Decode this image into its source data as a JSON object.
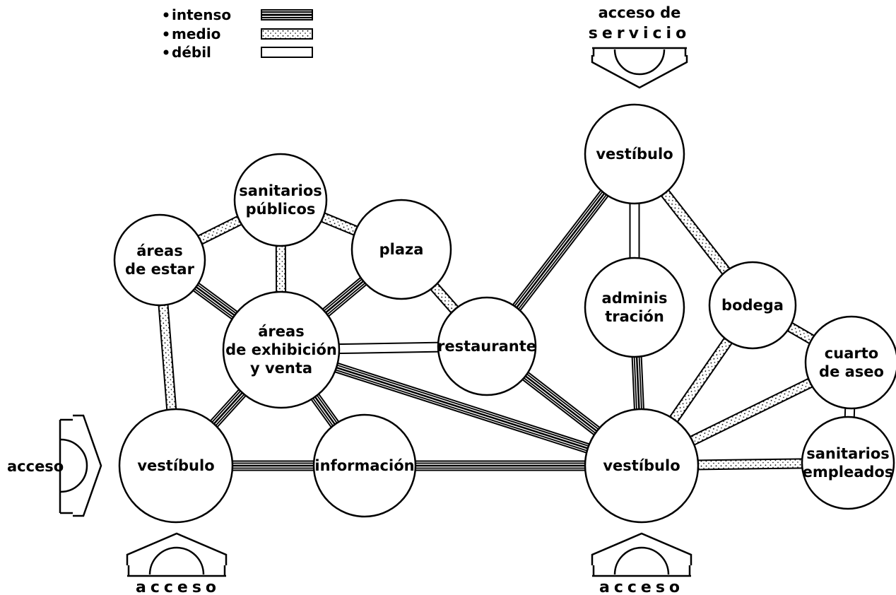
{
  "legend": {
    "items": [
      {
        "label": "intenso",
        "style": "intenso"
      },
      {
        "label": "medio",
        "style": "medio"
      },
      {
        "label": "débil",
        "style": "debil"
      }
    ]
  },
  "nodes": [
    {
      "id": "sanitarios_publicos",
      "lines": [
        "sanitarios",
        "públicos"
      ]
    },
    {
      "id": "areas_estar",
      "lines": [
        "áreas",
        "de estar"
      ]
    },
    {
      "id": "plaza",
      "lines": [
        "plaza"
      ]
    },
    {
      "id": "areas_exhibicion",
      "lines": [
        "áreas",
        "de exhibición",
        "y venta"
      ]
    },
    {
      "id": "restaurante",
      "lines": [
        "restaurante"
      ]
    },
    {
      "id": "vestibulo_left",
      "lines": [
        "vestíbulo"
      ]
    },
    {
      "id": "informacion",
      "lines": [
        "información"
      ]
    },
    {
      "id": "vestibulo_top",
      "lines": [
        "vestíbulo"
      ]
    },
    {
      "id": "administracion",
      "lines": [
        "adminis",
        "tración"
      ]
    },
    {
      "id": "bodega",
      "lines": [
        "bodega"
      ]
    },
    {
      "id": "cuarto_aseo",
      "lines": [
        "cuarto",
        "de aseo"
      ]
    },
    {
      "id": "vestibulo_right",
      "lines": [
        "vestíbulo"
      ]
    },
    {
      "id": "sanitarios_empleados",
      "lines": [
        "sanitarios",
        "empleados"
      ]
    }
  ],
  "edges": [
    {
      "from": "areas_estar",
      "to": "sanitarios_publicos",
      "type": "medio"
    },
    {
      "from": "sanitarios_publicos",
      "to": "plaza",
      "type": "medio"
    },
    {
      "from": "sanitarios_publicos",
      "to": "areas_exhibicion",
      "type": "medio"
    },
    {
      "from": "areas_estar",
      "to": "areas_exhibicion",
      "type": "intenso"
    },
    {
      "from": "plaza",
      "to": "areas_exhibicion",
      "type": "intenso"
    },
    {
      "from": "plaza",
      "to": "restaurante",
      "type": "medio"
    },
    {
      "from": "areas_estar",
      "to": "vestibulo_left",
      "type": "medio"
    },
    {
      "from": "areas_exhibicion",
      "to": "restaurante",
      "type": "debil"
    },
    {
      "from": "areas_exhibicion",
      "to": "vestibulo_left",
      "type": "intenso"
    },
    {
      "from": "areas_exhibicion",
      "to": "informacion",
      "type": "intenso"
    },
    {
      "from": "areas_exhibicion",
      "to": "vestibulo_right",
      "type": "intenso"
    },
    {
      "from": "vestibulo_left",
      "to": "informacion",
      "type": "intenso"
    },
    {
      "from": "informacion",
      "to": "vestibulo_right",
      "type": "intenso"
    },
    {
      "from": "restaurante",
      "to": "vestibulo_top",
      "type": "intenso"
    },
    {
      "from": "restaurante",
      "to": "vestibulo_right",
      "type": "intenso"
    },
    {
      "from": "vestibulo_top",
      "to": "administracion",
      "type": "debil"
    },
    {
      "from": "vestibulo_top",
      "to": "bodega",
      "type": "medio"
    },
    {
      "from": "administracion",
      "to": "vestibulo_right",
      "type": "intenso"
    },
    {
      "from": "bodega",
      "to": "vestibulo_right",
      "type": "medio"
    },
    {
      "from": "bodega",
      "to": "cuarto_aseo",
      "type": "medio"
    },
    {
      "from": "cuarto_aseo",
      "to": "vestibulo_right",
      "type": "medio"
    },
    {
      "from": "cuarto_aseo",
      "to": "sanitarios_empleados",
      "type": "debil"
    },
    {
      "from": "vestibulo_right",
      "to": "sanitarios_empleados",
      "type": "medio"
    }
  ],
  "accesses": [
    {
      "id": "acceso_left",
      "label": "acceso"
    },
    {
      "id": "acceso_bottom_left",
      "label": "acceso"
    },
    {
      "id": "acceso_bottom_right",
      "label": "acceso"
    },
    {
      "id": "acceso_servicio",
      "lines": [
        "acceso de",
        "servicio"
      ]
    }
  ]
}
